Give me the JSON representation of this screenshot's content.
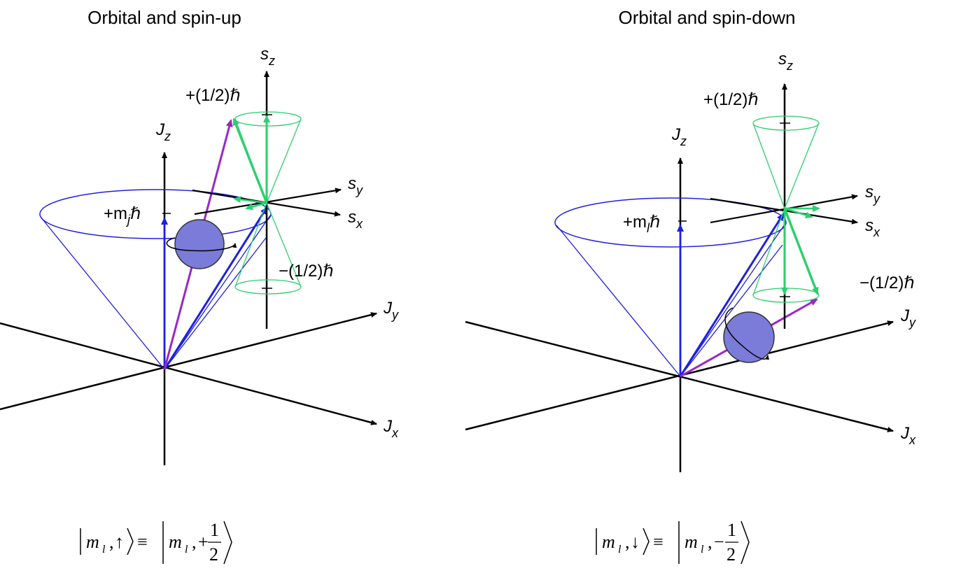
{
  "panels": [
    {
      "title": "Orbital and spin-up",
      "axes": {
        "jz": "J",
        "jz_sub": "z",
        "jy": "J",
        "jy_sub": "y",
        "jx": "J",
        "jx_sub": "x",
        "sz": "s",
        "sz_sub": "z",
        "sy": "s",
        "sy_sub": "y",
        "sx": "s",
        "sx_sub": "x"
      },
      "labels": {
        "plus_half": "+(1/2)ℏ",
        "minus_half": "−(1/2)ℏ",
        "mj_prefix": "+m",
        "mj_sub": "j",
        "mj_suffix": "ℏ"
      },
      "equation": {
        "m": "m",
        "l": "l",
        "arrow": "↑",
        "equiv": "≡",
        "sign": "+",
        "num": "1",
        "den": "2"
      }
    },
    {
      "title": "Orbital and spin-down",
      "axes": {
        "jz": "J",
        "jz_sub": "z",
        "jy": "J",
        "jy_sub": "y",
        "jx": "J",
        "jx_sub": "x",
        "sz": "s",
        "sz_sub": "z",
        "sy": "s",
        "sy_sub": "y",
        "sx": "s",
        "sx_sub": "x"
      },
      "labels": {
        "plus_half": "+(1/2)ℏ",
        "minus_half": "−(1/2)ℏ",
        "mj_prefix": "+m",
        "mj_sub": "l",
        "mj_suffix": "ℏ"
      },
      "equation": {
        "m": "m",
        "l": "l",
        "arrow": "↓",
        "equiv": "≡",
        "sign": "−",
        "num": "1",
        "den": "2"
      }
    }
  ],
  "colors": {
    "blue": "#1f1fe0",
    "purple": "#9a26c8",
    "green": "#2ecf70",
    "axis": "#000000",
    "sphere": "#7b7bd9"
  }
}
